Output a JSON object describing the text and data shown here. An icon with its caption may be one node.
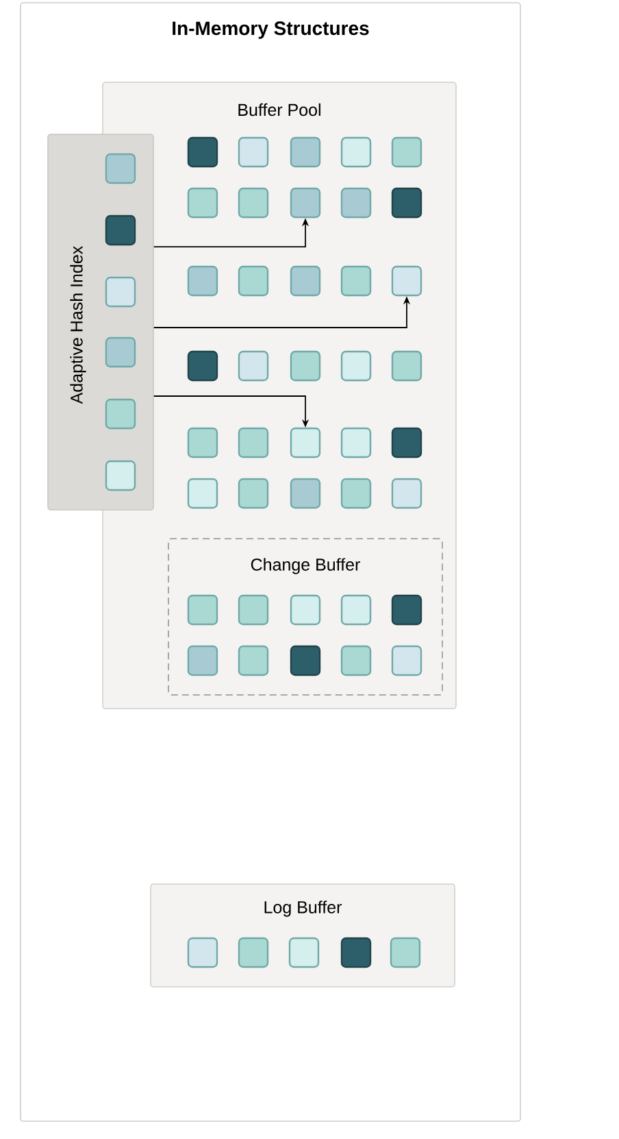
{
  "diagram": {
    "nodes": [
      {
        "text": [
          "In-Memory Structures"
        ]
      },
      {
        "text": [
          "Buffer Pool"
        ],
        "in": 0
      },
      {
        "text": [
          "Adaptive Hash Index"
        ],
        "in": 0
      },
      {
        "text": [],
        "shape": "box"
      },
      {
        "text": [],
        "shape": "box"
      },
      {
        "text": [],
        "shape": "box"
      },
      {
        "text": [],
        "shape": "box"
      },
      {
        "text": [],
        "shape": "box"
      },
      {
        "text": [],
        "shape": "box"
      },
      {
        "text": [],
        "shape": "box",
        "in": 1
      },
      {
        "text": [],
        "shape": "box",
        "in": 1
      },
      {
        "text": [],
        "shape": "box",
        "in": 1
      },
      {
        "text": [],
        "shape": "box",
        "in": 1
      },
      {
        "text": [],
        "shape": "box",
        "in": 1
      },
      {
        "text": [],
        "shape": "box",
        "in": 1
      },
      {
        "text": [],
        "shape": "box",
        "in": 1
      },
      {
        "text": [],
        "shape": "box",
        "in": 1
      },
      {
        "text": [],
        "shape": "box",
        "in": 1
      },
      {
        "text": [],
        "shape": "box",
        "in": 1
      },
      {
        "text": [],
        "shape": "box",
        "in": 1
      },
      {
        "text": [],
        "shape": "box",
        "in": 1
      },
      {
        "text": [],
        "shape": "box",
        "in": 1
      },
      {
        "text": [],
        "shape": "box",
        "in": 1
      },
      {
        "text": [],
        "shape": "box",
        "in": 1
      },
      {
        "text": [],
        "shape": "box",
        "in": 1
      },
      {
        "text": [],
        "shape": "box",
        "in": 1
      },
      {
        "text": [],
        "shape": "box",
        "in": 1
      },
      {
        "text": [],
        "shape": "box",
        "in": 1
      },
      {
        "text": [],
        "shape": "box",
        "in": 1
      },
      {
        "text": [],
        "shape": "box",
        "in": 1
      },
      {
        "text": [],
        "shape": "box",
        "in": 1
      },
      {
        "text": [],
        "shape": "box",
        "in": 1
      },
      {
        "text": [],
        "shape": "box",
        "in": 1
      },
      {
        "text": [],
        "shape": "box",
        "in": 1
      },
      {
        "text": [],
        "shape": "box",
        "in": 1
      },
      {
        "text": [],
        "shape": "box",
        "in": 1
      },
      {
        "text": [],
        "shape": "box",
        "in": 1
      },
      {
        "text": [],
        "shape": "box",
        "in": 1
      },
      {
        "text": [],
        "shape": "box",
        "in": 1
      },
      {
        "text": [
          "Change Buffer"
        ],
        "in": 1
      },
      {
        "text": [],
        "shape": "box",
        "in": 39
      },
      {
        "text": [],
        "shape": "box",
        "in": 39
      },
      {
        "text": [],
        "shape": "box",
        "in": 39
      },
      {
        "text": [],
        "shape": "box",
        "in": 39
      },
      {
        "text": [],
        "shape": "box",
        "in": 39
      },
      {
        "text": [],
        "shape": "box",
        "in": 39
      },
      {
        "text": [],
        "shape": "box",
        "in": 39
      },
      {
        "text": [],
        "shape": "box",
        "in": 39
      },
      {
        "text": [],
        "shape": "box",
        "in": 39
      },
      {
        "text": [],
        "shape": "box",
        "in": 39
      },
      {
        "text": [
          "Log Buffer"
        ],
        "in": 0
      },
      {
        "text": [],
        "shape": "box",
        "in": 50
      },
      {
        "text": [],
        "shape": "box",
        "in": 50
      },
      {
        "text": [],
        "shape": "box",
        "in": 50
      },
      {
        "text": [],
        "shape": "box",
        "in": 50
      },
      {
        "text": [],
        "shape": "box",
        "in": 50
      }
    ],
    "edges": [
      {
        "from": 2,
        "to": 16,
        "arrow": "to"
      },
      {
        "from": 2,
        "to": 23,
        "arrow": "to"
      },
      {
        "from": 2,
        "to": 31,
        "arrow": "to"
      }
    ]
  }
}
